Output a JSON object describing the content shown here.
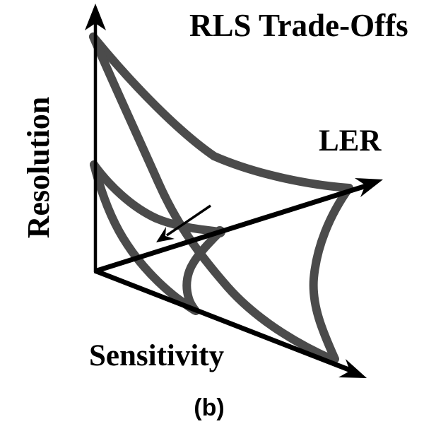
{
  "title": "RLS Trade-Offs",
  "caption": "(b)",
  "axes": {
    "vertical_label": "Resolution",
    "diagonal_label": "LER",
    "horizontal_label": "Sensitivity"
  },
  "colors": {
    "background": "#ffffff",
    "axis": "#000000",
    "curve": "#4b4b4b"
  }
}
